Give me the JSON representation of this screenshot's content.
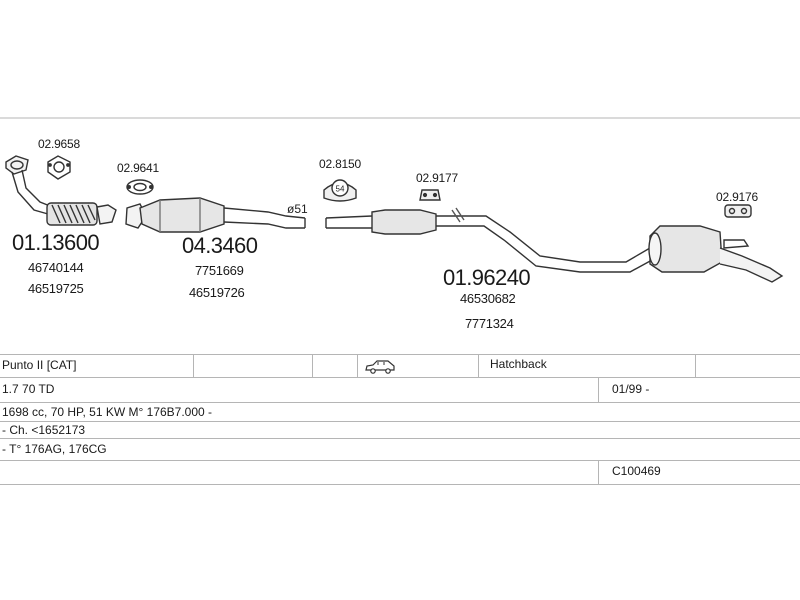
{
  "parts": {
    "gasket_1": "02.9658",
    "gasket_2": "02.9641",
    "clamp_1": "02.8150",
    "clamp_1_badge": "54",
    "gasket_3": "02.9177",
    "rubber_mount": "02.9176",
    "pipe_diameter": "ø51",
    "front_pipe": {
      "number": "01.13600",
      "oe": [
        "46740144",
        "46519725"
      ]
    },
    "catalyst": {
      "number": "04.3460",
      "oe": [
        "7751669",
        "46519726"
      ]
    },
    "rear_system": {
      "number": "01.96240",
      "oe": [
        "46530682",
        "7771324"
      ]
    }
  },
  "vehicle": {
    "model": "Punto II  [CAT]",
    "body_icon": "car-icon",
    "body": "Hatchback",
    "engine": "1.7 70 TD",
    "date": "01/99 -",
    "spec": "1698 cc, 70 HP, 51 KW  M° 176B7.000 -",
    "chassis": "- Ch. <1652173",
    "type": "- T° 176AG, 176CG",
    "catalog_code": "C100469"
  }
}
